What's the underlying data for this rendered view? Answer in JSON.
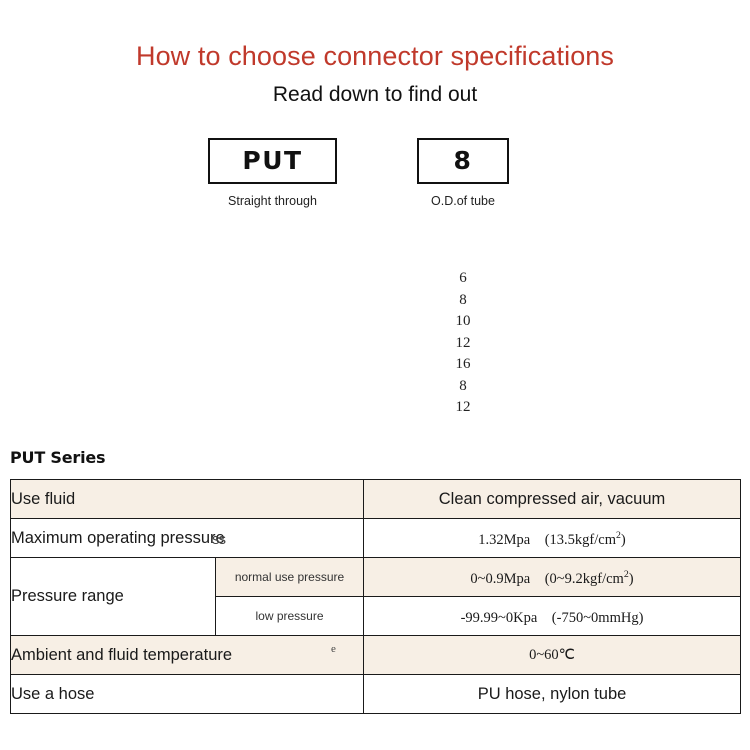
{
  "header": {
    "title": "How to choose connector specifications",
    "subtitle": "Read down to find out",
    "title_color": "#c0392b"
  },
  "selector": {
    "boxes": [
      {
        "code": "PUT",
        "caption": "Straight through"
      },
      {
        "code": "8",
        "caption": "O.D.of tube"
      }
    ],
    "size_options": [
      "6",
      "8",
      "10",
      "12",
      "16",
      "8",
      "12"
    ]
  },
  "spec": {
    "heading": "PUT Series",
    "colors": {
      "row_beige": "#f7efe5",
      "row_white": "#ffffff",
      "border": "#1a1a1a"
    },
    "rows": [
      {
        "label": "Use fluid",
        "value": "Clean compressed air, vacuum"
      },
      {
        "label": "Maximum operating pressure",
        "value": "1.32Mpa　(13.5kgf/cm",
        "value_sup": "2",
        "value_tail": ")"
      },
      {
        "label": "Pressure range",
        "sub_rows": [
          {
            "sub_label": "normal use pressure",
            "value": "0~0.9Mpa　(0~9.2kgf/cm",
            "value_sup": "2",
            "value_tail": ")"
          },
          {
            "sub_label": "low pressure",
            "value": "-99.99~0Kpa　(-750~0mmHg)"
          }
        ]
      },
      {
        "label": "Ambient and fluid temperature",
        "value": "0~60℃"
      },
      {
        "label": "Use a hose",
        "value": "PU hose, nylon tube"
      }
    ],
    "artifacts": {
      "pressure_overlap": "ss",
      "temperature_overlap": "e"
    }
  }
}
